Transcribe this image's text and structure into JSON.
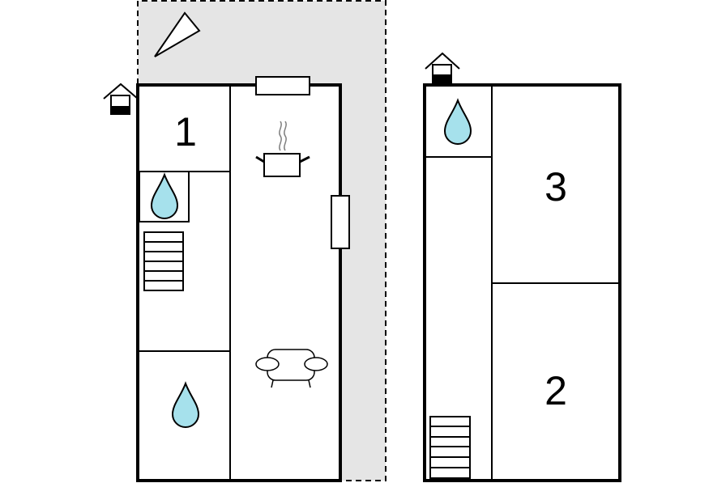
{
  "floor_plans": [
    {
      "rooms": [
        {
          "number": "1",
          "icons": []
        },
        {
          "number": "",
          "icons": [
            "water-drop-icon"
          ]
        },
        {
          "number": "",
          "icons": [
            "staircase-icon"
          ]
        },
        {
          "number": "",
          "icons": [
            "water-drop-icon"
          ]
        },
        {
          "number": "",
          "icons": [
            "cooking-pot-icon",
            "sofa-icon"
          ]
        }
      ],
      "entrance_icon": "house-entrance-icon",
      "outdoor_area": "terrace",
      "compass_icon": "north-arrow-icon"
    },
    {
      "rooms": [
        {
          "number": "",
          "icons": [
            "water-drop-icon"
          ]
        },
        {
          "number": "3",
          "icons": []
        },
        {
          "number": "2",
          "icons": []
        },
        {
          "number": "",
          "icons": [
            "staircase-icon"
          ]
        }
      ],
      "entrance_icon": "house-entrance-icon"
    }
  ],
  "colors": {
    "wall": "#000000",
    "terrace": "#e5e5e5",
    "water": "#a6e1ec"
  }
}
